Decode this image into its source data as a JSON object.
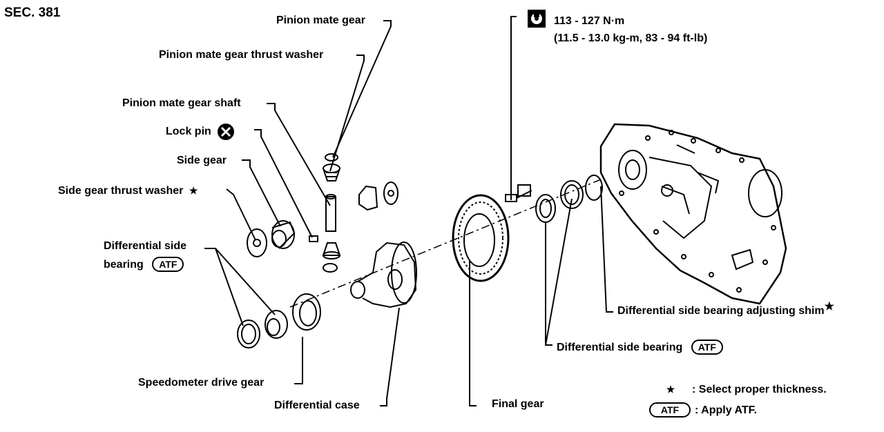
{
  "section": "SEC. 381",
  "torque": {
    "line1": "113 - 127 N·m",
    "line2": "(11.5 - 13.0 kg-m, 83 - 94 ft-lb)",
    "icon": "wrench-icon"
  },
  "labels": {
    "pinion_mate_gear": "Pinion mate gear",
    "pinion_mate_gear_thrust_washer": "Pinion mate gear thrust washer",
    "pinion_mate_gear_shaft": "Pinion mate gear shaft",
    "lock_pin": "Lock pin",
    "side_gear": "Side gear",
    "side_gear_thrust_washer": "Side gear thrust washer",
    "differential_side_bearing_left_1": "Differential side",
    "differential_side_bearing_left_2": "bearing",
    "speedometer_drive_gear": "Speedometer drive gear",
    "differential_case": "Differential case",
    "final_gear": "Final gear",
    "differential_side_bearing_right": "Differential side bearing",
    "differential_side_bearing_adjusting_shim": "Differential side bearing adjusting shim"
  },
  "symbols": {
    "star": "★",
    "atf": "ATF",
    "lock_pin_icon": "no-reuse-icon"
  },
  "legend": {
    "star_text": ": Select proper thickness.",
    "atf_text": ": Apply ATF."
  }
}
